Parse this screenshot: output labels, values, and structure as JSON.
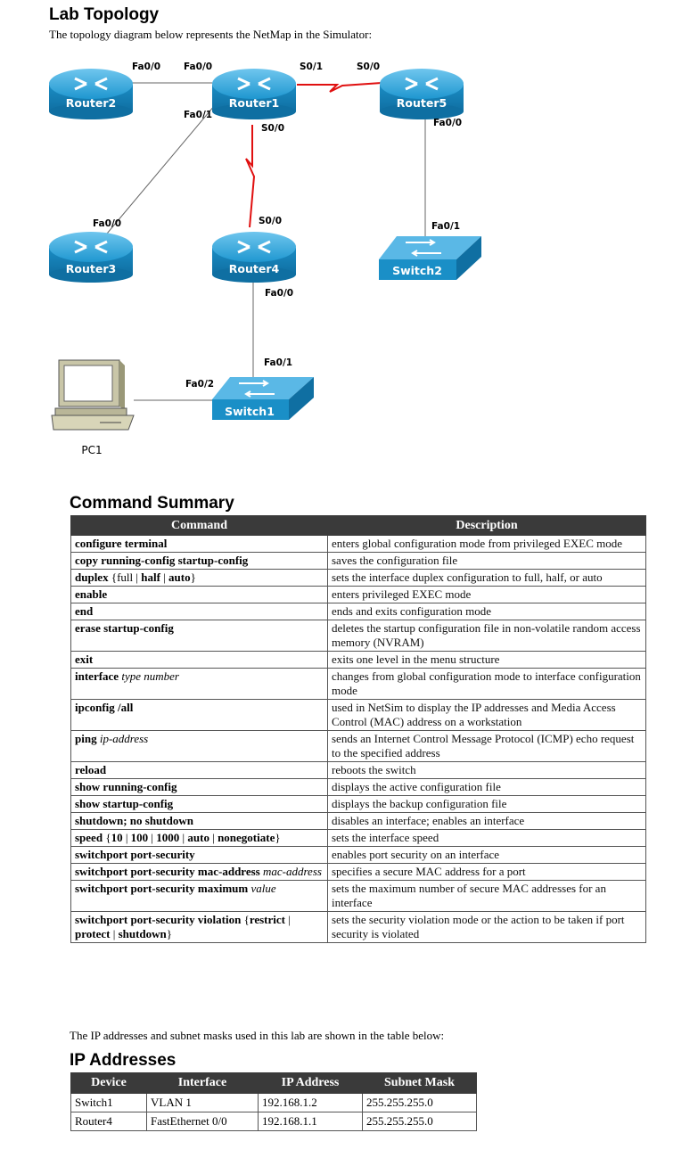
{
  "lab_topology": {
    "title": "Lab Topology",
    "intro": "The topology diagram below represents the NetMap in the Simulator:",
    "devices": {
      "router2": "Router2",
      "router1": "Router1",
      "router5": "Router5",
      "router3": "Router3",
      "router4": "Router4",
      "switch2": "Switch2",
      "switch1": "Switch1",
      "pc1": "PC1"
    },
    "ports": {
      "r2_fa00": "Fa0/0",
      "r1_fa00": "Fa0/0",
      "r1_s01": "S0/1",
      "r5_s00": "S0/0",
      "r1_fa01": "Fa0/1",
      "r1_s00": "S0/0",
      "r5_fa00": "Fa0/0",
      "r3_fa00": "Fa0/0",
      "r4_s00": "S0/0",
      "sw2_fa01": "Fa0/1",
      "r4_fa00": "Fa0/0",
      "sw1_fa01": "Fa0/1",
      "sw1_fa02": "Fa0/2"
    },
    "colors": {
      "device_blue": "#1a8fc7",
      "serial_link": "#e01010",
      "ethernet_link": "#555555"
    }
  },
  "command_summary": {
    "title": "Command Summary",
    "headers": [
      "Command",
      "Description"
    ],
    "rows": [
      {
        "c": "configure terminal",
        "d": "enters global configuration mode from privileged EXEC mode"
      },
      {
        "c": "copy running-config startup-config",
        "d": "saves the configuration file"
      },
      {
        "c1": "duplex ",
        "c2": "{full ",
        "c3": "| ",
        "c4": "half ",
        "c5": "| ",
        "c6": "auto",
        "c7": "}",
        "d": "sets the interface duplex configuration to full, half, or auto"
      },
      {
        "c": "enable",
        "d": "enters privileged EXEC mode"
      },
      {
        "c": "end",
        "d": "ends and exits configuration mode"
      },
      {
        "c": "erase startup-config",
        "d": "deletes the startup configuration file in non-volatile random access memory (NVRAM)"
      },
      {
        "c": "exit",
        "d": "exits one level in the menu structure"
      },
      {
        "c": "interface",
        "ci": "type number",
        "d": "changes from global configuration mode to interface configuration mode"
      },
      {
        "c": "ipconfig /all",
        "d": "used in NetSim to display the IP addresses and Media Access Control (MAC) address on a workstation"
      },
      {
        "c": "ping",
        "ci": "ip-address",
        "d": "sends an Internet Control Message Protocol (ICMP) echo request to the specified address"
      },
      {
        "c": "reload",
        "d": "reboots the switch"
      },
      {
        "c": "show running-config",
        "d": "displays the active configuration file"
      },
      {
        "c": "show startup-config",
        "d": "displays the backup configuration file"
      },
      {
        "c": "shutdown; no shutdown",
        "d": "disables an interface; enables an interface"
      },
      {
        "c1": "speed ",
        "c2": "{",
        "c3": "10 ",
        "c4": "| ",
        "c5": "100 ",
        "c6": "| ",
        "c7": "1000 ",
        "c8": "| ",
        "c9": "auto ",
        "c10": "| ",
        "c11": "nonegotiate",
        "c12": "}",
        "d": "sets the interface speed"
      },
      {
        "c": "switchport port-security",
        "d": "enables port security on an interface"
      },
      {
        "c": "switchport port-security mac-address",
        "ci": "mac-address",
        "d": "specifies a secure MAC address for a port"
      },
      {
        "c": "switchport port-security maximum",
        "ci": "value",
        "d": "sets the maximum number of secure MAC addresses for an interface"
      },
      {
        "c1": "switchport port-security violation ",
        "c2": "{",
        "c3": "restrict ",
        "c4": "| ",
        "c5": "protect ",
        "c6": "| ",
        "c7": "shutdown",
        "c8": "}",
        "d": "sets the security violation mode or the action to be taken if port security is violated"
      }
    ]
  },
  "ip_section": {
    "intro": "The IP addresses and subnet masks used in this lab are shown in the table below:",
    "title": "IP Addresses",
    "headers": [
      "Device",
      "Interface",
      "IP Address",
      "Subnet Mask"
    ],
    "rows": [
      [
        "Switch1",
        "VLAN 1",
        "192.168.1.2",
        "255.255.255.0"
      ],
      [
        "Router4",
        "FastEthernet 0/0",
        "192.168.1.1",
        "255.255.255.0"
      ]
    ]
  }
}
